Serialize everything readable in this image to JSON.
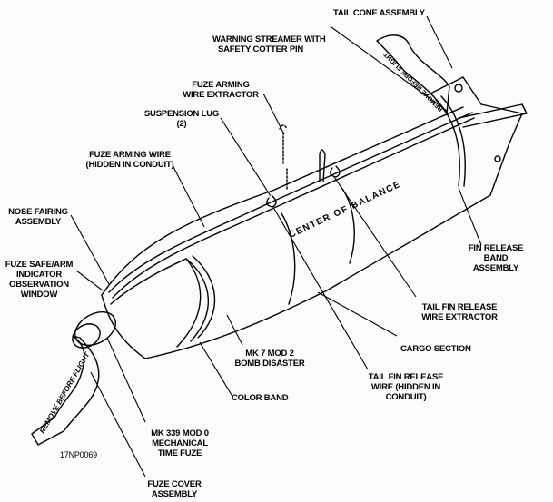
{
  "figure": {
    "title": "Bomb assembly diagram",
    "figure_id": "17NP0069",
    "colors": {
      "background": "#fdfafd",
      "ink": "#000000"
    },
    "body_text": "CENTER OF BALANCE",
    "streamer_text_nose": "REMOVE BEFORE FLIGHT",
    "streamer_text_tail": "REMOVE BEFORE FLIGHT",
    "callouts": [
      {
        "id": "tail-cone-assembly",
        "lines": [
          "TAIL CONE ASSEMBLY"
        ]
      },
      {
        "id": "warning-streamer",
        "lines": [
          "WARNING STREAMER WITH",
          "SAFETY COTTER PIN"
        ]
      },
      {
        "id": "fuze-arming-wire-extractor",
        "lines": [
          "FUZE ARMING",
          "WIRE EXTRACTOR"
        ]
      },
      {
        "id": "suspension-lug",
        "lines": [
          "SUSPENSION LUG",
          "(2)"
        ]
      },
      {
        "id": "fuze-arming-wire",
        "lines": [
          "FUZE ARMING WIRE",
          "(HIDDEN IN CONDUIT)"
        ]
      },
      {
        "id": "nose-fairing-assembly",
        "lines": [
          "NOSE FAIRING",
          "ASSEMBLY"
        ]
      },
      {
        "id": "fuze-safe-arm-window",
        "lines": [
          "FUZE SAFE/ARM",
          "INDICATOR",
          "OBSERVATION",
          "WINDOW"
        ]
      },
      {
        "id": "fin-release-band-assembly",
        "lines": [
          "FIN RELEASE",
          "BAND",
          "ASSEMBLY"
        ]
      },
      {
        "id": "tail-fin-release-wire-extractor",
        "lines": [
          "TAIL FIN RELEASE",
          "WIRE EXTRACTOR"
        ]
      },
      {
        "id": "cargo-section",
        "lines": [
          "CARGO SECTION"
        ]
      },
      {
        "id": "bomb-disaster",
        "lines": [
          "MK 7 MOD 2",
          "BOMB DISASTER"
        ]
      },
      {
        "id": "tail-fin-release-wire",
        "lines": [
          "TAIL FIN RELEASE",
          "WIRE (HIDDEN IN",
          "CONDUIT)"
        ]
      },
      {
        "id": "color-band",
        "lines": [
          "COLOR BAND"
        ]
      },
      {
        "id": "time-fuze",
        "lines": [
          "MK 339 MOD 0",
          "MECHANICAL",
          "TIME FUZE"
        ]
      },
      {
        "id": "fuze-cover-assembly",
        "lines": [
          "FUZE COVER",
          "ASSEMBLY"
        ]
      }
    ]
  }
}
